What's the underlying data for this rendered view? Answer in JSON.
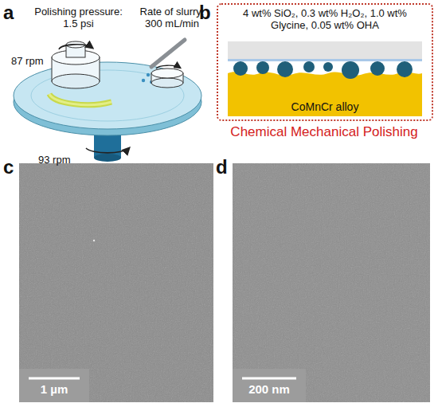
{
  "diagram": {
    "nodes": [
      {
        "text": [
          "4 wt% SiO₂, 0.3 wt% H₂O₂, 1.0 wt% Glycine, 0.05 wt% OHA",
          "CoMnCr alloy"
        ]
      }
    ],
    "labels": [
      "a",
      "Polishing pressure: 1.5 psi",
      "87 rpm",
      "Rate of slurry: 300 mL/min",
      "93 rpm",
      "b",
      "Chemical Mechanical Polishing",
      "c",
      "1 µm",
      "d",
      "200 nm"
    ]
  }
}
